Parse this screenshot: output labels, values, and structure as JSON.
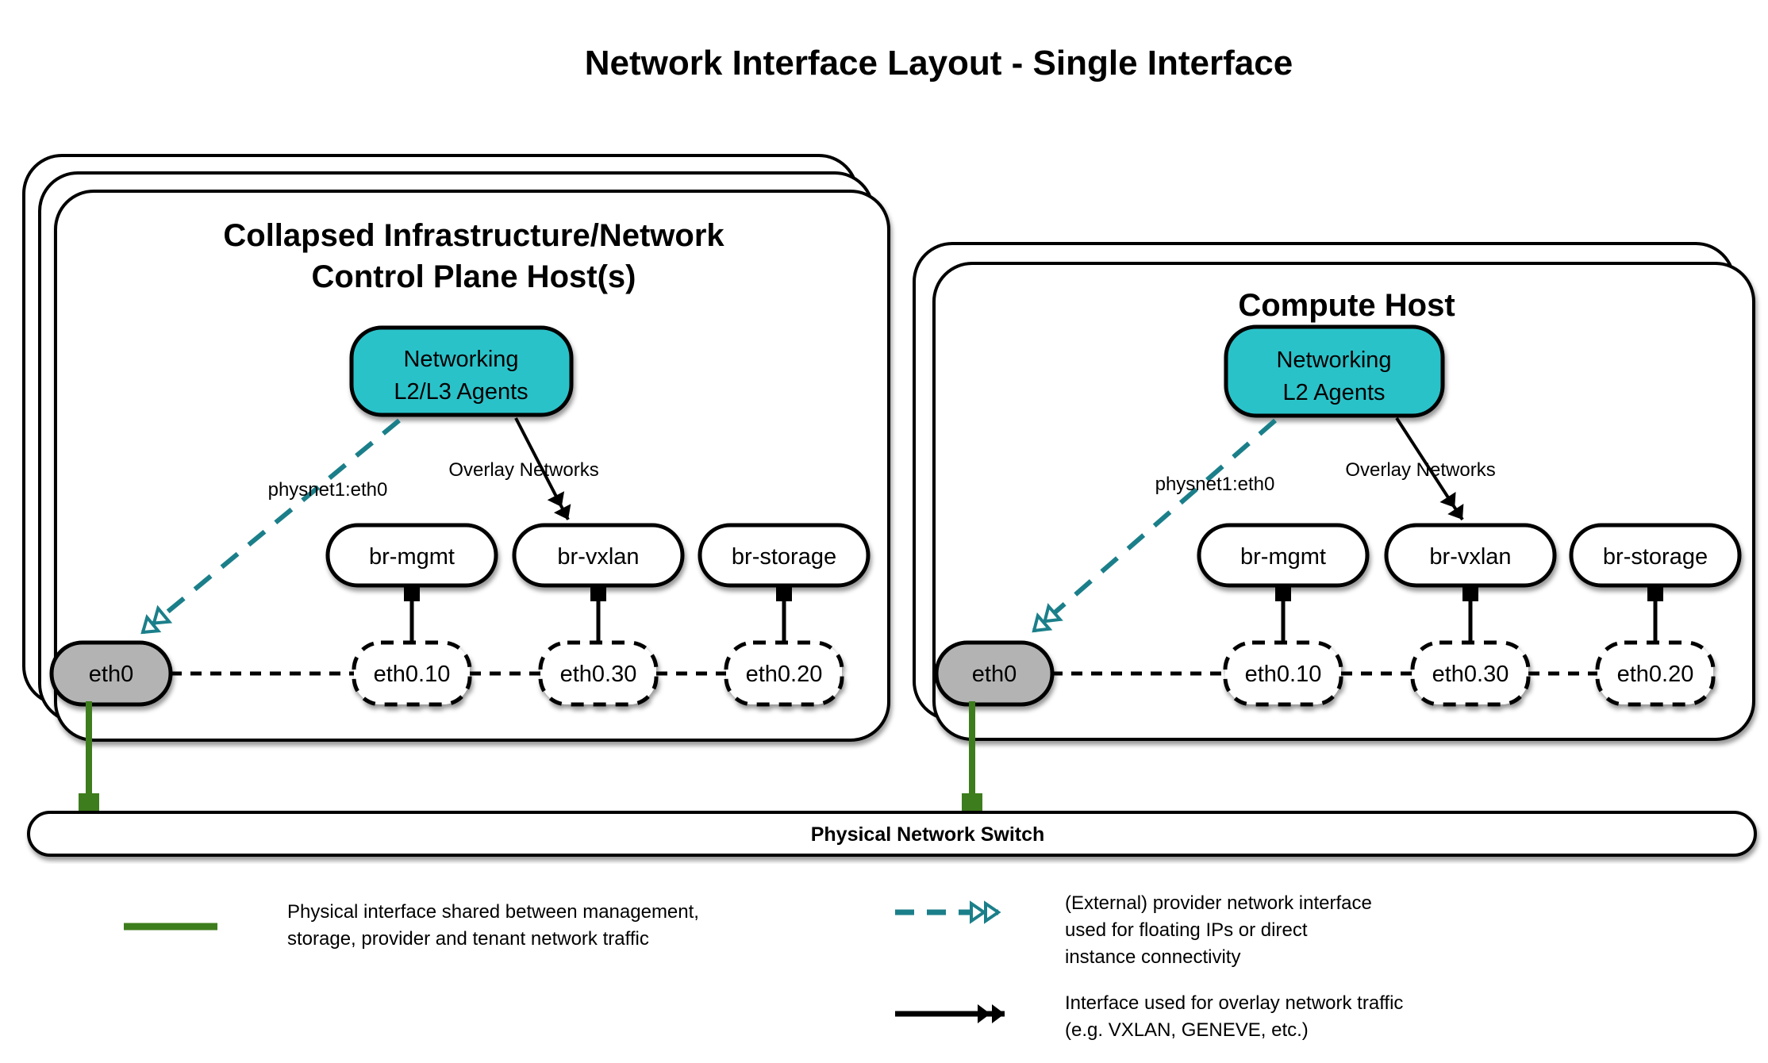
{
  "title": "Network Interface Layout - Single Interface",
  "colors": {
    "agent_fill": "#29c2c9",
    "provider_arrow": "#1b7f8a",
    "physical_green": "#3e7d1d",
    "eth_gray": "#b3b3b3",
    "line_black": "#000000"
  },
  "control_host": {
    "title_line1": "Collapsed Infrastructure/Network",
    "title_line2": "Control Plane Host(s)",
    "agent_line1": "Networking",
    "agent_line2": "L2/L3 Agents",
    "provider_label": "physnet1:eth0",
    "overlay_label": "Overlay Networks",
    "bridges": [
      "br-mgmt",
      "br-vxlan",
      "br-storage"
    ],
    "vlans": [
      "eth0.10",
      "eth0.30",
      "eth0.20"
    ],
    "phys_if": "eth0"
  },
  "compute_host": {
    "title": "Compute Host",
    "agent_line1": "Networking",
    "agent_line2": "L2 Agents",
    "provider_label": "physnet1:eth0",
    "overlay_label": "Overlay Networks",
    "bridges": [
      "br-mgmt",
      "br-vxlan",
      "br-storage"
    ],
    "vlans": [
      "eth0.10",
      "eth0.30",
      "eth0.20"
    ],
    "phys_if": "eth0"
  },
  "switch": {
    "label": "Physical Network Switch"
  },
  "legend": {
    "physical": {
      "lines": [
        "Physical interface shared between management,",
        "storage, provider and tenant network traffic"
      ]
    },
    "provider": {
      "lines": [
        "(External) provider network interface",
        "used for floating IPs or direct",
        "instance connectivity"
      ]
    },
    "overlay": {
      "lines": [
        "Interface used for overlay network traffic",
        "(e.g. VXLAN, GENEVE, etc.)"
      ]
    }
  }
}
